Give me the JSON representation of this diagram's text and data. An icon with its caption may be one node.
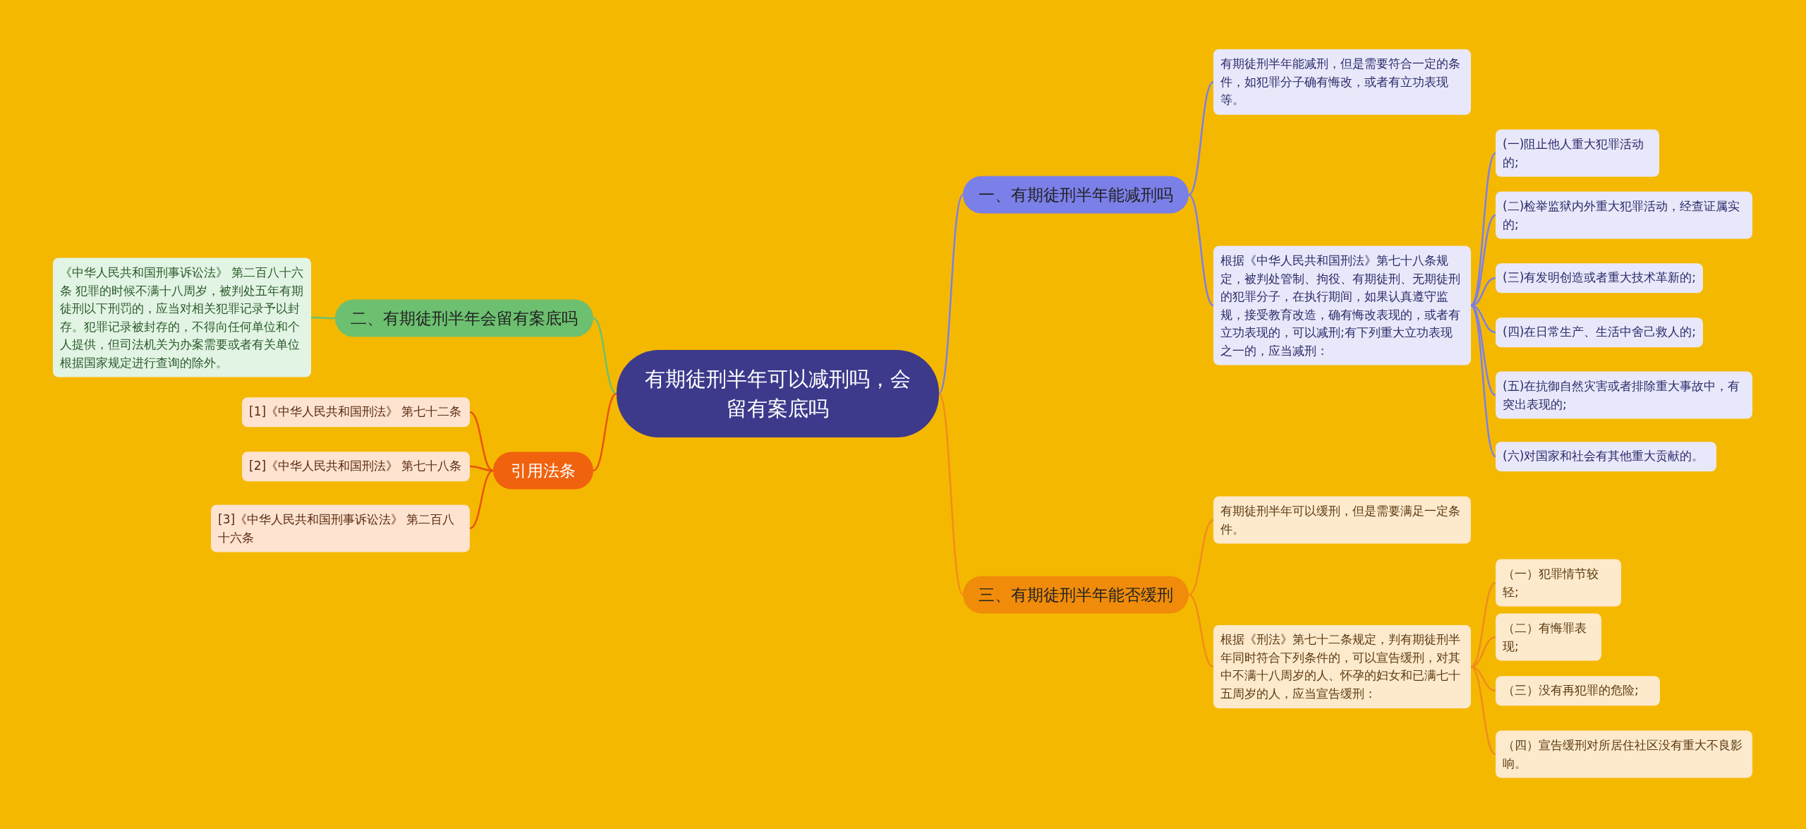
{
  "diagram": {
    "nodes": [
      {
        "text": [
          "有期徒刑半年可以减刑吗，会留有案底吗"
        ]
      },
      {
        "text": [
          "一、有期徒刑半年能减刑吗"
        ]
      },
      {
        "text": [
          "有期徒刑半年能减刑，但是需要符合一定的条件，如犯罪分子确有悔改，或者有立功表现等。"
        ]
      },
      {
        "text": [
          "根据《中华人民共和国刑法》第七十八条规定，被判处管制、拘役、有期徒刑、无期徒刑的犯罪分子，在执行期间，如果认真遵守监规，接受教育改造，确有悔改表现的，或者有立功表现的，可以减刑;有下列重大立功表现之一的，应当减刑："
        ]
      },
      {
        "text": [
          "(一)阻止他人重大犯罪活动的;"
        ]
      },
      {
        "text": [
          "(二)检举监狱内外重大犯罪活动，经查证属实的;"
        ]
      },
      {
        "text": [
          "(三)有发明创造或者重大技术革新的;"
        ]
      },
      {
        "text": [
          "(四)在日常生产、生活中舍己救人的;"
        ]
      },
      {
        "text": [
          "(五)在抗御自然灾害或者排除重大事故中，有突出表现的;"
        ]
      },
      {
        "text": [
          "(六)对国家和社会有其他重大贡献的。"
        ]
      },
      {
        "text": [
          "二、有期徒刑半年会留有案底吗"
        ]
      },
      {
        "text": [
          "《中华人民共和国刑事诉讼法》 第二百八十六条 犯罪的时候不满十八周岁，被判处五年有期徒刑以下刑罚的，应当对相关犯罪记录予以封存。犯罪记录被封存的，不得向任何单位和个人提供，但司法机关为办案需要或者有关单位根据国家规定进行查询的除外。"
        ]
      },
      {
        "text": [
          "引用法条"
        ]
      },
      {
        "text": [
          "[1]《中华人民共和国刑法》 第七十二条"
        ]
      },
      {
        "text": [
          "[2]《中华人民共和国刑法》 第七十八条"
        ]
      },
      {
        "text": [
          "[3]《中华人民共和国刑事诉讼法》 第二百八十六条"
        ]
      },
      {
        "text": [
          "三、有期徒刑半年能否缓刑"
        ]
      },
      {
        "text": [
          "有期徒刑半年可以缓刑，但是需要满足一定条件。"
        ]
      },
      {
        "text": [
          "根据《刑法》第七十二条规定，判有期徒刑半年同时符合下列条件的，可以宣告缓刑，对其中不满十八周岁的人、怀孕的妇女和已满七十五周岁的人，应当宣告缓刑："
        ]
      },
      {
        "text": [
          "（一）犯罪情节较轻;"
        ]
      },
      {
        "text": [
          "（二）有悔罪表现;"
        ]
      },
      {
        "text": [
          "（三）没有再犯罪的危险;"
        ]
      },
      {
        "text": [
          "（四）宣告缓刑对所居住社区没有重大不良影响。"
        ]
      }
    ],
    "edges": [
      {
        "from": 0,
        "to": 1,
        "arrow": "none"
      },
      {
        "from": 1,
        "to": 2,
        "arrow": "none"
      },
      {
        "from": 1,
        "to": 3,
        "arrow": "none"
      },
      {
        "from": 3,
        "to": 4,
        "arrow": "none"
      },
      {
        "from": 3,
        "to": 5,
        "arrow": "none"
      },
      {
        "from": 3,
        "to": 6,
        "arrow": "none"
      },
      {
        "from": 3,
        "to": 7,
        "arrow": "none"
      },
      {
        "from": 3,
        "to": 8,
        "arrow": "none"
      },
      {
        "from": 3,
        "to": 9,
        "arrow": "none"
      },
      {
        "from": 0,
        "to": 10,
        "arrow": "none",
        "color": "#6cc070"
      },
      {
        "from": 10,
        "to": 11,
        "arrow": "none",
        "color": "#6cc070"
      },
      {
        "from": 0,
        "to": 12,
        "arrow": "none",
        "color": "#e8540e"
      },
      {
        "from": 12,
        "to": 13,
        "arrow": "none",
        "color": "#e8540e"
      },
      {
        "from": 12,
        "to": 14,
        "arrow": "none",
        "color": "#e8540e"
      },
      {
        "from": 12,
        "to": 15,
        "arrow": "none",
        "color": "#e8540e"
      },
      {
        "from": 0,
        "to": 16,
        "arrow": "none",
        "color": "#f08c1e"
      },
      {
        "from": 16,
        "to": 17,
        "arrow": "none",
        "color": "#f08c1e"
      },
      {
        "from": 16,
        "to": 18,
        "arrow": "none",
        "color": "#f08c1e"
      },
      {
        "from": 18,
        "to": 19,
        "arrow": "none",
        "color": "#f08c1e"
      },
      {
        "from": 18,
        "to": 20,
        "arrow": "none",
        "color": "#f08c1e"
      },
      {
        "from": 18,
        "to": 21,
        "arrow": "none",
        "color": "#f08c1e"
      },
      {
        "from": 18,
        "to": 22,
        "arrow": "none",
        "color": "#f08c1e"
      }
    ]
  }
}
